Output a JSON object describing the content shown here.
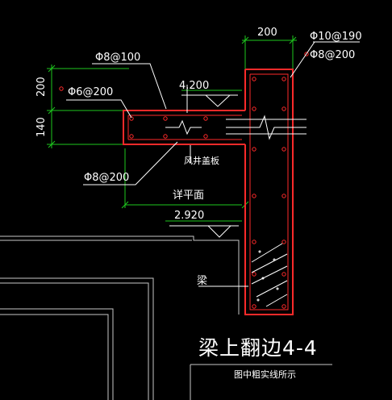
{
  "drawing": {
    "colors": {
      "background": "#000000",
      "concrete_outline": "#ff2a2a",
      "rebar": "#ff2a2a",
      "dimension": "#1ec81e",
      "leader_text": "#ffffff",
      "frame": "#c8c8c8"
    },
    "labels": {
      "rebar_top_left": "Φ8@100",
      "rebar_slab": "Φ6@200",
      "rebar_bottom_left": "Φ8@200",
      "rebar_wall_main": "Φ10@190",
      "rebar_wall_dist": "Φ8@200",
      "level_top": "4.200",
      "level_bottom": "2.920",
      "slab_name": "风井盖板",
      "see_plan": "详平面",
      "beam": "梁",
      "section_title": "梁上翻边4-4",
      "section_note": "图中粗实线所示"
    },
    "dimensions": {
      "wall_width": "200",
      "slab_upper": "200",
      "slab_thickness": "140"
    }
  }
}
